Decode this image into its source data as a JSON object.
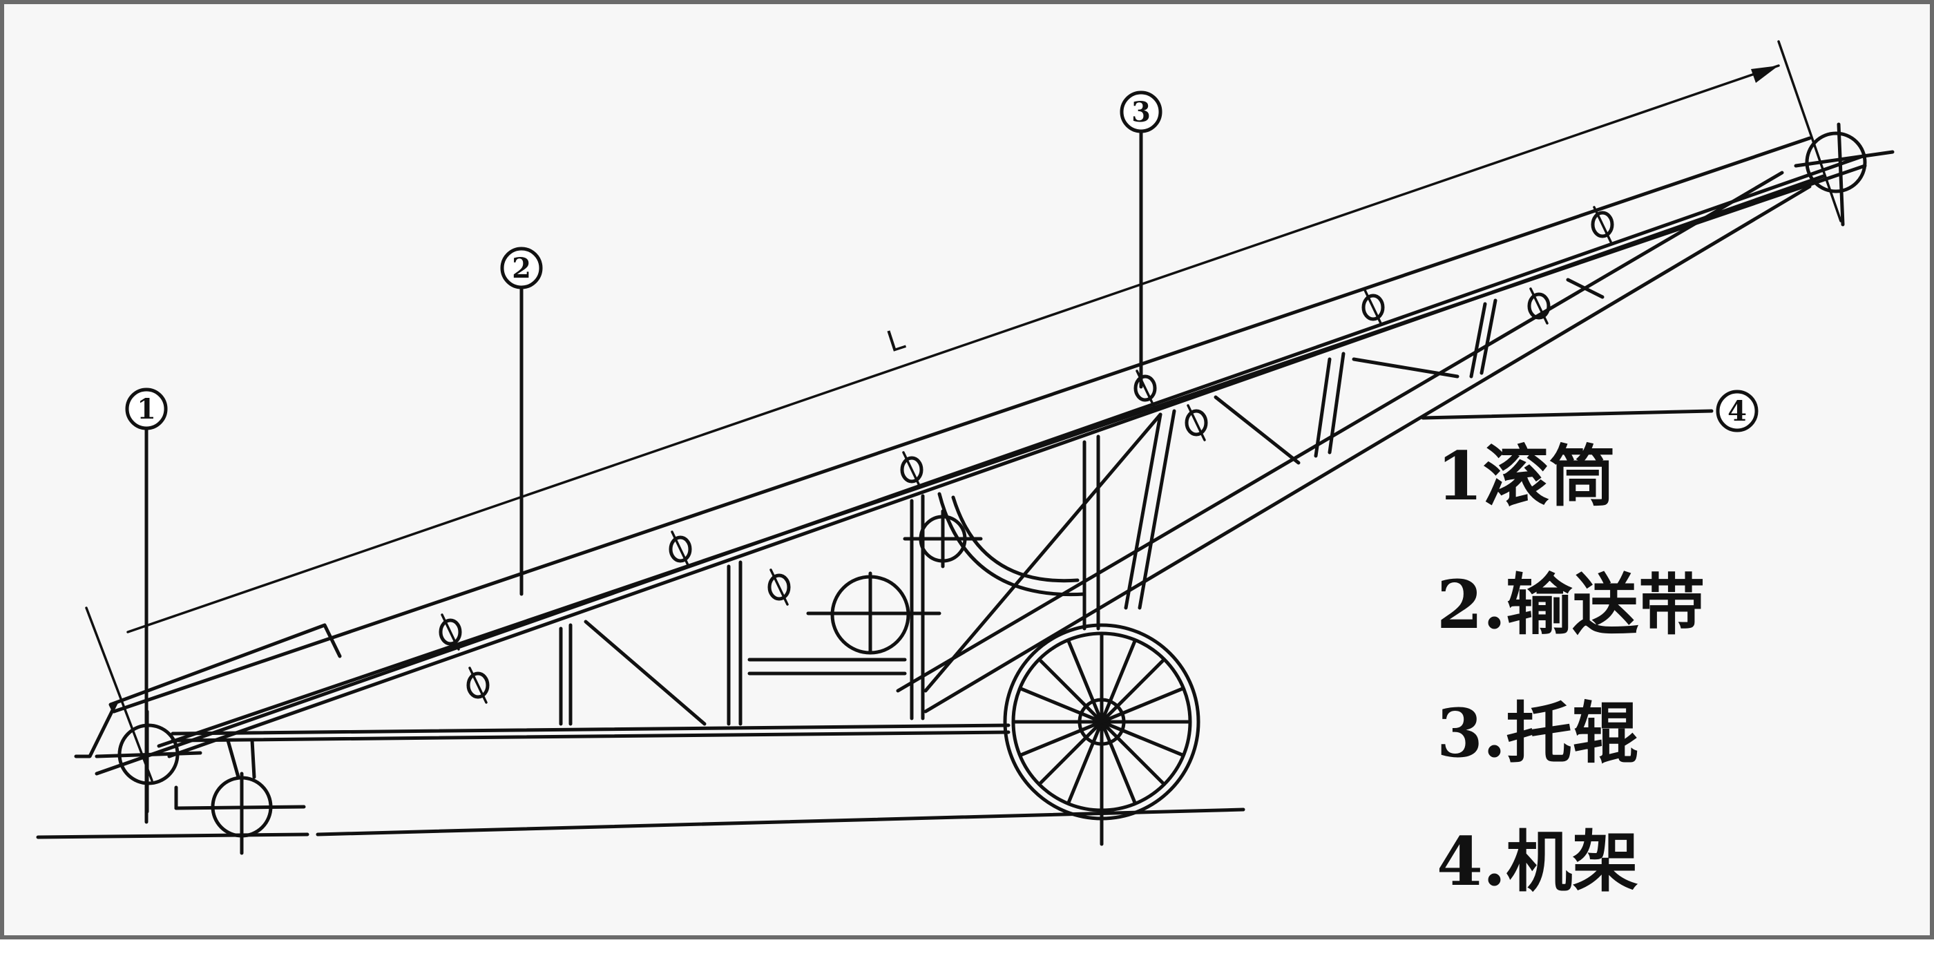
{
  "dimension_label": "L",
  "callouts": [
    {
      "number": "1"
    },
    {
      "number": "2"
    },
    {
      "number": "3"
    },
    {
      "number": "4"
    }
  ],
  "legend": [
    {
      "text": "1滚筒"
    },
    {
      "text": "2.输送带"
    },
    {
      "text": "3.托辊"
    },
    {
      "text": "4.机架"
    }
  ]
}
